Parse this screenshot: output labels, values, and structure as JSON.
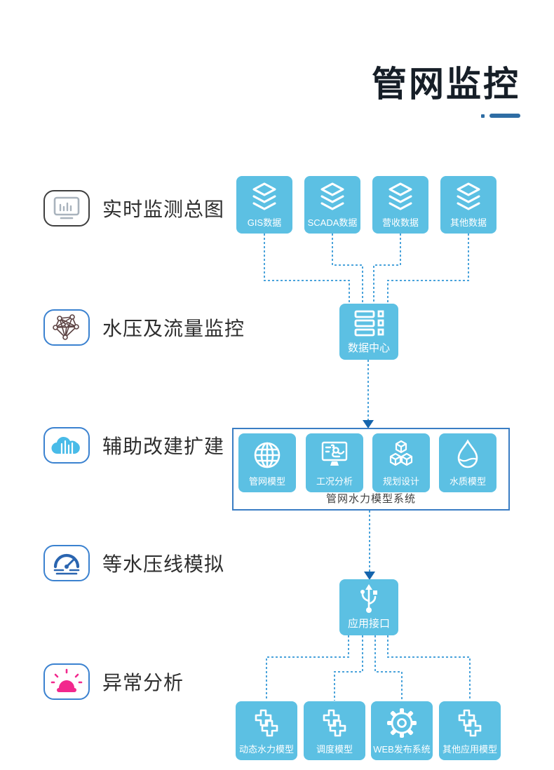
{
  "title": {
    "text": "管网监控"
  },
  "sidebar": {
    "items": [
      {
        "label": "实时监测总图",
        "icon": "monitor-chart-icon"
      },
      {
        "label": "水压及流量监控",
        "icon": "network-graph-icon"
      },
      {
        "label": "辅助改建扩建",
        "icon": "cloud-buildings-icon"
      },
      {
        "label": "等水压线模拟",
        "icon": "gauge-icon"
      },
      {
        "label": "异常分析",
        "icon": "alarm-siren-icon"
      }
    ]
  },
  "flow": {
    "sources": [
      {
        "label": "GIS数据",
        "icon": "layers-icon"
      },
      {
        "label": "SCADA数据",
        "icon": "layers-icon"
      },
      {
        "label": "营收数据",
        "icon": "layers-icon"
      },
      {
        "label": "其他数据",
        "icon": "layers-icon"
      }
    ],
    "data_center": {
      "label": "数据中心",
      "icon": "server-list-icon"
    },
    "model_system": {
      "label": "管网水力模型系统",
      "modules": [
        {
          "label": "管网模型",
          "icon": "globe-icon"
        },
        {
          "label": "工况分析",
          "icon": "monitor-diagram-icon"
        },
        {
          "label": "规划设计",
          "icon": "cubes-icon"
        },
        {
          "label": "水质模型",
          "icon": "water-drop-icon"
        }
      ]
    },
    "interface": {
      "label": "应用接口",
      "icon": "usb-icon"
    },
    "applications": [
      {
        "label": "动态水力模型",
        "icon": "modules-icon"
      },
      {
        "label": "调度模型",
        "icon": "modules-icon"
      },
      {
        "label": "WEB发布系统",
        "icon": "gear-icon"
      },
      {
        "label": "其他应用模型",
        "icon": "modules-icon"
      }
    ]
  },
  "colors": {
    "box_blue": "#5cc0e3",
    "connector": "#4aa3db",
    "arrow": "#1565ad",
    "container_border": "#3a7dc4",
    "accent": "#2e6da4",
    "title": "#161e27",
    "siren_pink": "#f2288d",
    "gauge_blue": "#2a65b0",
    "cloud_blue": "#49bbe8",
    "network_maroon": "#5c4343",
    "monitor_gray": "#a9b3bd"
  }
}
